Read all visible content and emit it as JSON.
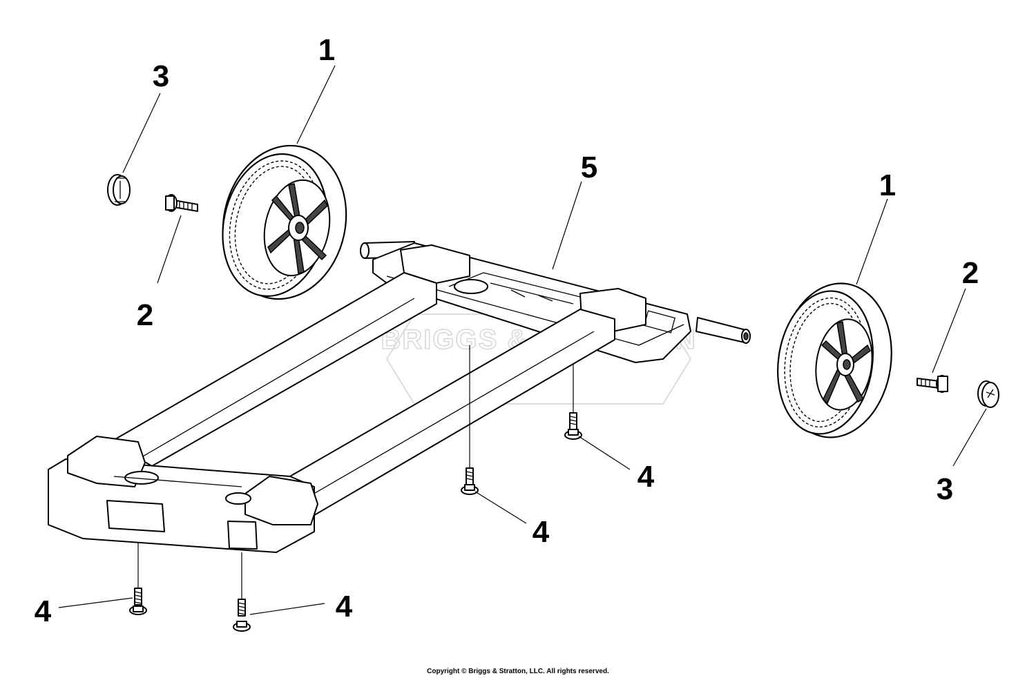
{
  "callouts": [
    {
      "id": "c1a",
      "label": "1"
    },
    {
      "id": "c1b",
      "label": "1"
    },
    {
      "id": "c2a",
      "label": "2"
    },
    {
      "id": "c2b",
      "label": "2"
    },
    {
      "id": "c3a",
      "label": "3"
    },
    {
      "id": "c3b",
      "label": "3"
    },
    {
      "id": "c4a",
      "label": "4"
    },
    {
      "id": "c4b",
      "label": "4"
    },
    {
      "id": "c4c",
      "label": "4"
    },
    {
      "id": "c4d",
      "label": "4"
    },
    {
      "id": "c5",
      "label": "5"
    }
  ],
  "watermark": "BRIGGS & STRATTON",
  "copyright": "Copyright © Briggs & Stratton, LLC. All rights reserved."
}
